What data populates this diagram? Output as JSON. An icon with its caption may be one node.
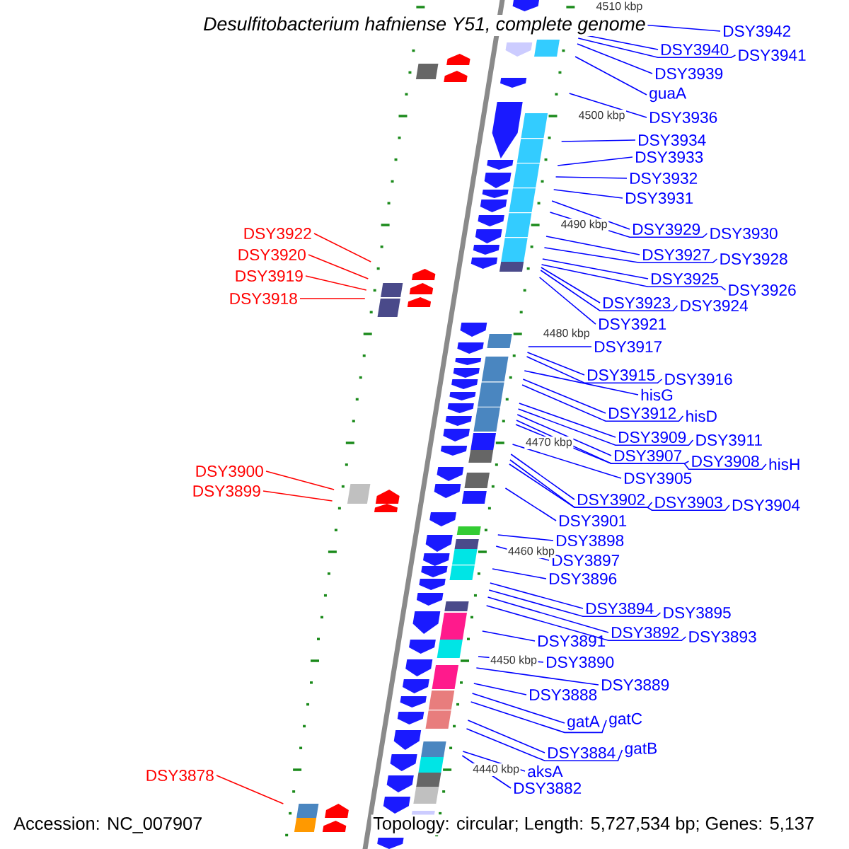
{
  "diagram": {
    "title": "Desulfitobacterium hafniense Y51, complete genome",
    "nodes": [
      {
        "text": [
          "DSY3942"
        ]
      },
      {
        "text": [
          "DSY3940"
        ]
      },
      {
        "text": [
          "DSY3941"
        ]
      },
      {
        "text": [
          "DSY3939"
        ]
      },
      {
        "text": [
          "guaA"
        ]
      },
      {
        "text": [
          "DSY3936"
        ]
      },
      {
        "text": [
          "DSY3934"
        ]
      },
      {
        "text": [
          "DSY3933"
        ]
      },
      {
        "text": [
          "DSY3932"
        ]
      },
      {
        "text": [
          "DSY3931"
        ]
      },
      {
        "text": [
          "DSY3929"
        ]
      },
      {
        "text": [
          "DSY3930"
        ]
      },
      {
        "text": [
          "DSY3927"
        ]
      },
      {
        "text": [
          "DSY3928"
        ]
      },
      {
        "text": [
          "DSY3925"
        ]
      },
      {
        "text": [
          "DSY3926"
        ]
      },
      {
        "text": [
          "DSY3923"
        ]
      },
      {
        "text": [
          "DSY3924"
        ]
      },
      {
        "text": [
          "DSY3921"
        ]
      },
      {
        "text": [
          "DSY3917"
        ]
      },
      {
        "text": [
          "DSY3915"
        ]
      },
      {
        "text": [
          "DSY3916"
        ]
      },
      {
        "text": [
          "hisG"
        ]
      },
      {
        "text": [
          "DSY3912"
        ]
      },
      {
        "text": [
          "hisD"
        ]
      },
      {
        "text": [
          "DSY3909"
        ]
      },
      {
        "text": [
          "DSY3911"
        ]
      },
      {
        "text": [
          "DSY3907"
        ]
      },
      {
        "text": [
          "DSY3908"
        ]
      },
      {
        "text": [
          "hisH"
        ]
      },
      {
        "text": [
          "DSY3905"
        ]
      },
      {
        "text": [
          "DSY3902"
        ]
      },
      {
        "text": [
          "DSY3903"
        ]
      },
      {
        "text": [
          "DSY3904"
        ]
      },
      {
        "text": [
          "DSY3901"
        ]
      },
      {
        "text": [
          "DSY3898"
        ]
      },
      {
        "text": [
          "DSY3897"
        ]
      },
      {
        "text": [
          "DSY3896"
        ]
      },
      {
        "text": [
          "DSY3894"
        ]
      },
      {
        "text": [
          "DSY3895"
        ]
      },
      {
        "text": [
          "DSY3892"
        ]
      },
      {
        "text": [
          "DSY3893"
        ]
      },
      {
        "text": [
          "DSY3891"
        ]
      },
      {
        "text": [
          "DSY3890"
        ]
      },
      {
        "text": [
          "DSY3889"
        ]
      },
      {
        "text": [
          "DSY3888"
        ]
      },
      {
        "text": [
          "gatA"
        ]
      },
      {
        "text": [
          "gatC"
        ]
      },
      {
        "text": [
          "DSY3884"
        ]
      },
      {
        "text": [
          "gatB"
        ]
      },
      {
        "text": [
          "aksA"
        ]
      },
      {
        "text": [
          "DSY3882"
        ]
      },
      {
        "text": [
          "DSY3922"
        ]
      },
      {
        "text": [
          "DSY3920"
        ]
      },
      {
        "text": [
          "DSY3919"
        ]
      },
      {
        "text": [
          "DSY3918"
        ]
      },
      {
        "text": [
          "DSY3900"
        ]
      },
      {
        "text": [
          "DSY3899"
        ]
      },
      {
        "text": [
          "DSY3878"
        ]
      }
    ],
    "edges": [
      {
        "from": 0,
        "to": null,
        "arrow": "none"
      },
      {
        "from": 1,
        "to": null,
        "arrow": "none"
      },
      {
        "from": 2,
        "to": null,
        "arrow": "none"
      },
      {
        "from": 3,
        "to": null,
        "arrow": "none"
      },
      {
        "from": 4,
        "to": null,
        "arrow": "none"
      },
      {
        "from": 5,
        "to": null,
        "arrow": "none"
      },
      {
        "from": 6,
        "to": null,
        "arrow": "none"
      },
      {
        "from": 7,
        "to": null,
        "arrow": "none"
      },
      {
        "from": 8,
        "to": null,
        "arrow": "none"
      },
      {
        "from": 9,
        "to": null,
        "arrow": "none"
      },
      {
        "from": 10,
        "to": null,
        "arrow": "none"
      },
      {
        "from": 11,
        "to": null,
        "arrow": "none"
      },
      {
        "from": 12,
        "to": null,
        "arrow": "none"
      },
      {
        "from": 13,
        "to": null,
        "arrow": "none"
      },
      {
        "from": 14,
        "to": null,
        "arrow": "none"
      },
      {
        "from": 15,
        "to": null,
        "arrow": "none"
      },
      {
        "from": 16,
        "to": null,
        "arrow": "none"
      },
      {
        "from": 17,
        "to": null,
        "arrow": "none"
      },
      {
        "from": 18,
        "to": null,
        "arrow": "none"
      },
      {
        "from": 19,
        "to": null,
        "arrow": "none"
      },
      {
        "from": 20,
        "to": null,
        "arrow": "none"
      },
      {
        "from": 21,
        "to": null,
        "arrow": "none"
      },
      {
        "from": 22,
        "to": null,
        "arrow": "none"
      },
      {
        "from": 23,
        "to": null,
        "arrow": "none"
      },
      {
        "from": 24,
        "to": null,
        "arrow": "none"
      },
      {
        "from": 25,
        "to": null,
        "arrow": "none"
      },
      {
        "from": 26,
        "to": null,
        "arrow": "none"
      },
      {
        "from": 27,
        "to": null,
        "arrow": "none"
      },
      {
        "from": 28,
        "to": null,
        "arrow": "none"
      },
      {
        "from": 29,
        "to": null,
        "arrow": "none"
      },
      {
        "from": 30,
        "to": null,
        "arrow": "none"
      },
      {
        "from": 31,
        "to": null,
        "arrow": "none"
      },
      {
        "from": 32,
        "to": null,
        "arrow": "none"
      },
      {
        "from": 33,
        "to": null,
        "arrow": "none"
      },
      {
        "from": 34,
        "to": null,
        "arrow": "none"
      },
      {
        "from": 35,
        "to": null,
        "arrow": "none"
      },
      {
        "from": 36,
        "to": null,
        "arrow": "none"
      },
      {
        "from": 37,
        "to": null,
        "arrow": "none"
      },
      {
        "from": 38,
        "to": null,
        "arrow": "none"
      },
      {
        "from": 39,
        "to": null,
        "arrow": "none"
      },
      {
        "from": 40,
        "to": null,
        "arrow": "none"
      },
      {
        "from": 41,
        "to": null,
        "arrow": "none"
      },
      {
        "from": 42,
        "to": null,
        "arrow": "none"
      },
      {
        "from": 43,
        "to": null,
        "arrow": "none"
      },
      {
        "from": 44,
        "to": null,
        "arrow": "none"
      },
      {
        "from": 45,
        "to": null,
        "arrow": "none"
      },
      {
        "from": 46,
        "to": null,
        "arrow": "none"
      },
      {
        "from": 47,
        "to": null,
        "arrow": "none"
      },
      {
        "from": 48,
        "to": null,
        "arrow": "none"
      },
      {
        "from": 49,
        "to": null,
        "arrow": "none"
      },
      {
        "from": 50,
        "to": null,
        "arrow": "none"
      },
      {
        "from": 51,
        "to": null,
        "arrow": "none"
      },
      {
        "from": 52,
        "to": null,
        "arrow": "none",
        "color": "#ff0000"
      },
      {
        "from": 53,
        "to": null,
        "arrow": "none",
        "color": "#ff0000"
      },
      {
        "from": 54,
        "to": null,
        "arrow": "none",
        "color": "#ff0000"
      },
      {
        "from": 55,
        "to": null,
        "arrow": "none",
        "color": "#ff0000"
      },
      {
        "from": 56,
        "to": null,
        "arrow": "none",
        "color": "#ff0000"
      },
      {
        "from": 57,
        "to": null,
        "arrow": "none",
        "color": "#ff0000"
      },
      {
        "from": 58,
        "to": null,
        "arrow": "none",
        "color": "#ff0000"
      }
    ],
    "labels": [
      "4510 kbp",
      "4500 kbp",
      "4490 kbp",
      "4480 kbp",
      "4470 kbp",
      "4460 kbp",
      "4450 kbp",
      "4440 kbp",
      "Accession: NC_007907",
      "Topology: circular; Length: 5,727,534 bp; Genes: 5,137"
    ]
  }
}
